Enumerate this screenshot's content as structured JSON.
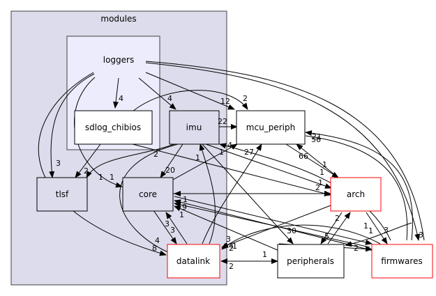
{
  "graph": {
    "clusters": [
      {
        "id": "modules",
        "label": "modules",
        "fill": "#dcdcec",
        "stroke": "#404040"
      },
      {
        "id": "loggers",
        "label": "loggers",
        "fill": "#ececfc",
        "stroke": "#404040"
      }
    ],
    "nodes": [
      {
        "id": "sdlog_chibios",
        "label": "sdlog_chibios",
        "fill": "#ffffff",
        "stroke": "#000000"
      },
      {
        "id": "imu",
        "label": "imu",
        "fill": "#dcdcec",
        "stroke": "#000000"
      },
      {
        "id": "tlsf",
        "label": "tlsf",
        "fill": "#dcdcec",
        "stroke": "#000000"
      },
      {
        "id": "core",
        "label": "core",
        "fill": "#dcdcec",
        "stroke": "#000000"
      },
      {
        "id": "datalink",
        "label": "datalink",
        "fill": "#ffffff",
        "stroke": "#ff0000"
      },
      {
        "id": "mcu_periph",
        "label": "mcu_periph",
        "fill": "#ffffff",
        "stroke": "#000000"
      },
      {
        "id": "arch",
        "label": "arch",
        "fill": "#ffffff",
        "stroke": "#ff0000"
      },
      {
        "id": "peripherals",
        "label": "peripherals",
        "fill": "#ffffff",
        "stroke": "#000000"
      },
      {
        "id": "firmwares",
        "label": "firmwares",
        "fill": "#ffffff",
        "stroke": "#ff0000"
      }
    ],
    "edge_labels": [
      "4",
      "4",
      "12",
      "2",
      "22",
      "3",
      "2",
      "1",
      "1",
      "20",
      "2",
      "1",
      "4",
      "27",
      "66",
      "56",
      "21",
      "1",
      "1",
      "1",
      "2",
      "1",
      "1",
      "9",
      "1",
      "3",
      "3",
      "4",
      "8",
      "3",
      "4",
      "1",
      "2",
      "1",
      "2",
      "30",
      "5",
      "2",
      "1",
      "3",
      "3",
      "2",
      "1"
    ]
  }
}
